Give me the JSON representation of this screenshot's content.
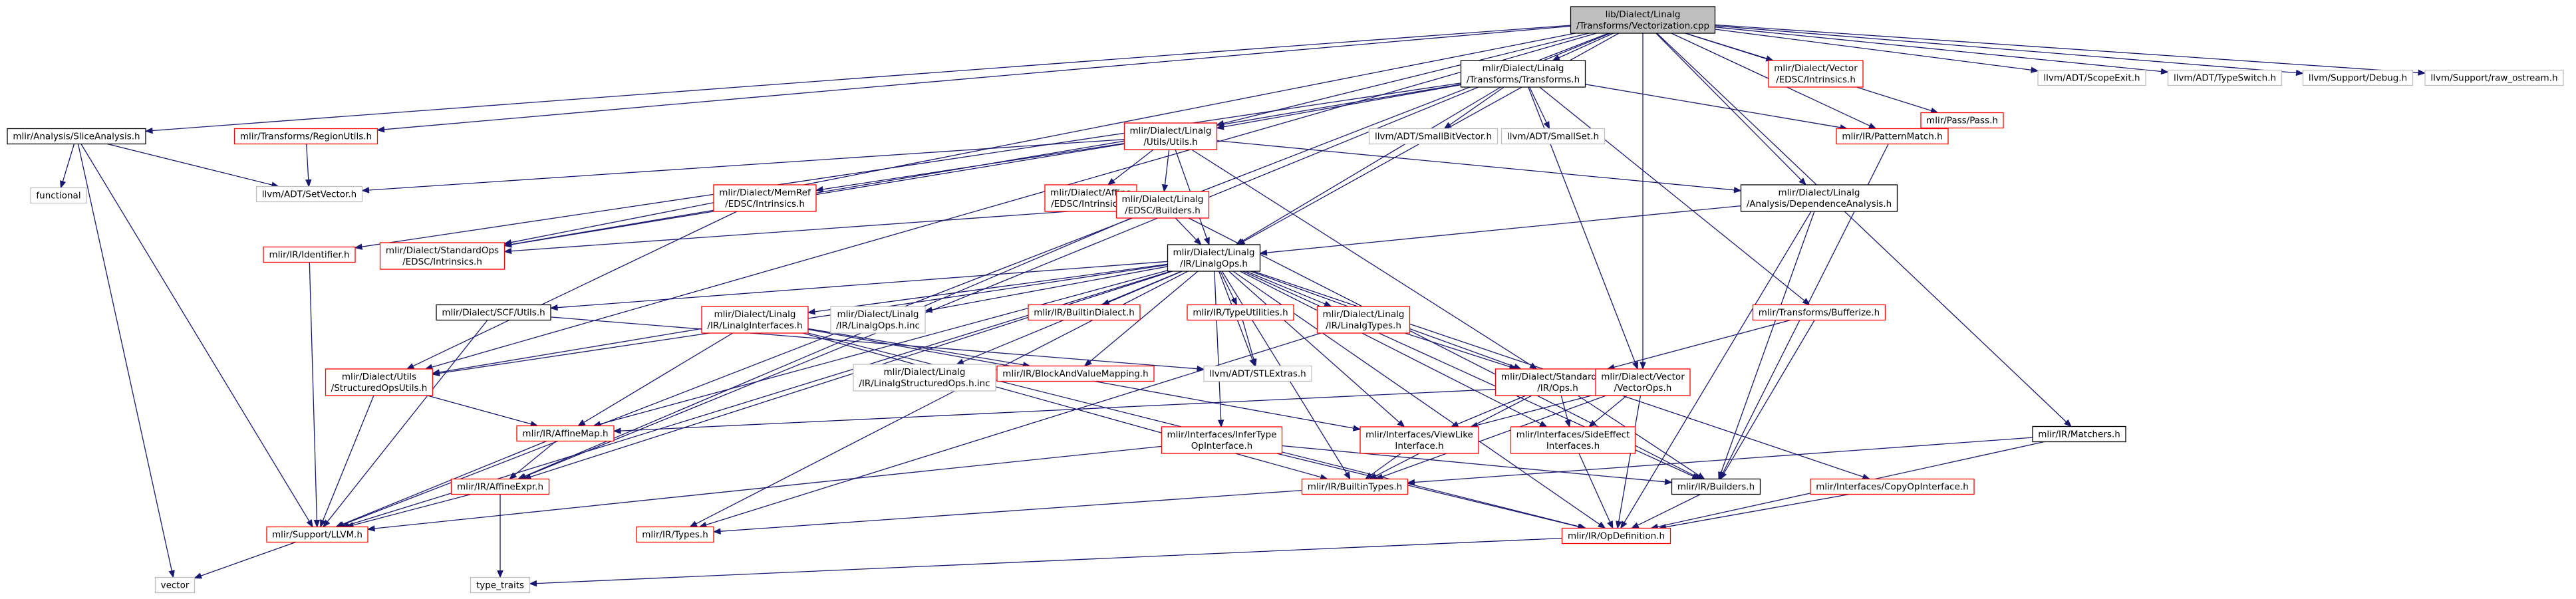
{
  "colors": {
    "edge": "#191970",
    "root_fill": "#bfbfbf",
    "black_border": "#000000",
    "red_border": "#ff0000",
    "gray_border": "#bfbfbf"
  },
  "nodes": [
    {
      "id": "root",
      "lines": [
        "lib/Dialect/Linalg",
        "/Transforms/Vectorization.cpp"
      ],
      "style": "root"
    },
    {
      "id": "slice",
      "lines": [
        "mlir/Analysis/SliceAnalysis.h"
      ],
      "style": "black"
    },
    {
      "id": "regionutils",
      "lines": [
        "mlir/Transforms/RegionUtils.h"
      ],
      "style": "red"
    },
    {
      "id": "transforms",
      "lines": [
        "mlir/Dialect/Linalg",
        "/Transforms/Transforms.h"
      ],
      "style": "black"
    },
    {
      "id": "vecedsc",
      "lines": [
        "mlir/Dialect/Vector",
        "/EDSC/Intrinsics.h"
      ],
      "style": "red"
    },
    {
      "id": "pass",
      "lines": [
        "mlir/Pass/Pass.h"
      ],
      "style": "red"
    },
    {
      "id": "scopeexit",
      "lines": [
        "llvm/ADT/ScopeExit.h"
      ],
      "style": "gray"
    },
    {
      "id": "typeswitch",
      "lines": [
        "llvm/ADT/TypeSwitch.h"
      ],
      "style": "gray"
    },
    {
      "id": "debug",
      "lines": [
        "llvm/Support/Debug.h"
      ],
      "style": "gray"
    },
    {
      "id": "rawostream",
      "lines": [
        "llvm/Support/raw_ostream.h"
      ],
      "style": "gray"
    },
    {
      "id": "functional",
      "lines": [
        "functional"
      ],
      "style": "gray"
    },
    {
      "id": "setvector",
      "lines": [
        "llvm/ADT/SetVector.h"
      ],
      "style": "gray"
    },
    {
      "id": "utils",
      "lines": [
        "mlir/Dialect/Linalg",
        "/Utils/Utils.h"
      ],
      "style": "red"
    },
    {
      "id": "smallbitvector",
      "lines": [
        "llvm/ADT/SmallBitVector.h"
      ],
      "style": "gray"
    },
    {
      "id": "smallset",
      "lines": [
        "llvm/ADT/SmallSet.h"
      ],
      "style": "gray"
    },
    {
      "id": "patternmatch",
      "lines": [
        "mlir/IR/PatternMatch.h"
      ],
      "style": "red"
    },
    {
      "id": "memrefedsc",
      "lines": [
        "mlir/Dialect/MemRef",
        "/EDSC/Intrinsics.h"
      ],
      "style": "red"
    },
    {
      "id": "affineedsc",
      "lines": [
        "mlir/Dialect/Affine",
        "/EDSC/Intrinsics.h"
      ],
      "style": "red"
    },
    {
      "id": "builders_edsc",
      "lines": [
        "mlir/Dialect/Linalg",
        "/EDSC/Builders.h"
      ],
      "style": "red"
    },
    {
      "id": "depanalysis",
      "lines": [
        "mlir/Dialect/Linalg",
        "/Analysis/DependenceAnalysis.h"
      ],
      "style": "black"
    },
    {
      "id": "identifier",
      "lines": [
        "mlir/IR/Identifier.h"
      ],
      "style": "red"
    },
    {
      "id": "stdedsc",
      "lines": [
        "mlir/Dialect/StandardOps",
        "/EDSC/Intrinsics.h"
      ],
      "style": "red"
    },
    {
      "id": "linalgops",
      "lines": [
        "mlir/Dialect/Linalg",
        "/IR/LinalgOps.h"
      ],
      "style": "black"
    },
    {
      "id": "scfutils",
      "lines": [
        "mlir/Dialect/SCF/Utils.h"
      ],
      "style": "black"
    },
    {
      "id": "linalginterfaces",
      "lines": [
        "mlir/Dialect/Linalg",
        "/IR/LinalgInterfaces.h"
      ],
      "style": "red"
    },
    {
      "id": "linalgopsinc",
      "lines": [
        "mlir/Dialect/Linalg",
        "/IR/LinalgOps.h.inc"
      ],
      "style": "gray"
    },
    {
      "id": "builtindialect",
      "lines": [
        "mlir/IR/BuiltinDialect.h"
      ],
      "style": "red"
    },
    {
      "id": "typeutilities",
      "lines": [
        "mlir/IR/TypeUtilities.h"
      ],
      "style": "red"
    },
    {
      "id": "linalgtypes",
      "lines": [
        "mlir/Dialect/Linalg",
        "/IR/LinalgTypes.h"
      ],
      "style": "red"
    },
    {
      "id": "bufferize",
      "lines": [
        "mlir/Transforms/Bufferize.h"
      ],
      "style": "red"
    },
    {
      "id": "structuredopsutils",
      "lines": [
        "mlir/Dialect/Utils",
        "/StructuredOpsUtils.h"
      ],
      "style": "red"
    },
    {
      "id": "structuredopsinc",
      "lines": [
        "mlir/Dialect/Linalg",
        "/IR/LinalgStructuredOps.h.inc"
      ],
      "style": "gray"
    },
    {
      "id": "blockmapping",
      "lines": [
        "mlir/IR/BlockAndValueMapping.h"
      ],
      "style": "red"
    },
    {
      "id": "stlextras",
      "lines": [
        "llvm/ADT/STLExtras.h"
      ],
      "style": "gray"
    },
    {
      "id": "stdops",
      "lines": [
        "mlir/Dialect/StandardOps",
        "/IR/Ops.h"
      ],
      "style": "red"
    },
    {
      "id": "vectorops",
      "lines": [
        "mlir/Dialect/Vector",
        "/VectorOps.h"
      ],
      "style": "red"
    },
    {
      "id": "matchers",
      "lines": [
        "mlir/IR/Matchers.h"
      ],
      "style": "black"
    },
    {
      "id": "affinemap",
      "lines": [
        "mlir/IR/AffineMap.h"
      ],
      "style": "red"
    },
    {
      "id": "infertype",
      "lines": [
        "mlir/Interfaces/InferType",
        "OpInterface.h"
      ],
      "style": "red"
    },
    {
      "id": "viewlike",
      "lines": [
        "mlir/Interfaces/ViewLike",
        "Interface.h"
      ],
      "style": "red"
    },
    {
      "id": "sideeffect",
      "lines": [
        "mlir/Interfaces/SideEffect",
        "Interfaces.h"
      ],
      "style": "red"
    },
    {
      "id": "affineexpr",
      "lines": [
        "mlir/IR/AffineExpr.h"
      ],
      "style": "red"
    },
    {
      "id": "builtintypes",
      "lines": [
        "mlir/IR/BuiltinTypes.h"
      ],
      "style": "red"
    },
    {
      "id": "irbuilders",
      "lines": [
        "mlir/IR/Builders.h"
      ],
      "style": "black"
    },
    {
      "id": "copyop",
      "lines": [
        "mlir/Interfaces/CopyOpInterface.h"
      ],
      "style": "red"
    },
    {
      "id": "llvmsupport",
      "lines": [
        "mlir/Support/LLVM.h"
      ],
      "style": "red"
    },
    {
      "id": "irtypes",
      "lines": [
        "mlir/IR/Types.h"
      ],
      "style": "red"
    },
    {
      "id": "opdefinition",
      "lines": [
        "mlir/IR/OpDefinition.h"
      ],
      "style": "red"
    },
    {
      "id": "vector",
      "lines": [
        "vector"
      ],
      "style": "gray"
    },
    {
      "id": "typetraits",
      "lines": [
        "type_traits"
      ],
      "style": "gray"
    }
  ],
  "edges": [
    [
      "root",
      "slice"
    ],
    [
      "root",
      "regionutils"
    ],
    [
      "root",
      "transforms"
    ],
    [
      "root",
      "vecedsc"
    ],
    [
      "root",
      "pass"
    ],
    [
      "root",
      "scopeexit"
    ],
    [
      "root",
      "typeswitch"
    ],
    [
      "root",
      "debug"
    ],
    [
      "root",
      "rawostream"
    ],
    [
      "root",
      "utils"
    ],
    [
      "root",
      "patternmatch"
    ],
    [
      "root",
      "linalgops"
    ],
    [
      "root",
      "stdedsc"
    ],
    [
      "root",
      "depanalysis"
    ],
    [
      "root",
      "vectorops"
    ],
    [
      "root",
      "matchers"
    ],
    [
      "root",
      "llvmsupport"
    ],
    [
      "root",
      "affineexpr"
    ],
    [
      "root",
      "structuredopsutils"
    ],
    [
      "slice",
      "functional"
    ],
    [
      "slice",
      "setvector"
    ],
    [
      "slice",
      "llvmsupport"
    ],
    [
      "slice",
      "vector"
    ],
    [
      "regionutils",
      "setvector"
    ],
    [
      "transforms",
      "utils"
    ],
    [
      "transforms",
      "smallbitvector"
    ],
    [
      "transforms",
      "smallset"
    ],
    [
      "transforms",
      "patternmatch"
    ],
    [
      "transforms",
      "bufferize"
    ],
    [
      "transforms",
      "vectorops"
    ],
    [
      "transforms",
      "linalgops"
    ],
    [
      "transforms",
      "stdedsc"
    ],
    [
      "transforms",
      "identifier"
    ],
    [
      "utils",
      "setvector"
    ],
    [
      "utils",
      "memrefedsc"
    ],
    [
      "utils",
      "affineedsc"
    ],
    [
      "utils",
      "builders_edsc"
    ],
    [
      "utils",
      "depanalysis"
    ],
    [
      "utils",
      "linalgops"
    ],
    [
      "utils",
      "stdops"
    ],
    [
      "utils",
      "stdedsc"
    ],
    [
      "builders_edsc",
      "linalgops"
    ],
    [
      "builders_edsc",
      "stdedsc"
    ],
    [
      "builders_edsc",
      "irbuilders"
    ],
    [
      "builders_edsc",
      "affineexpr"
    ],
    [
      "memrefedsc",
      "structuredopsutils"
    ],
    [
      "depanalysis",
      "linalgops"
    ],
    [
      "depanalysis",
      "irbuilders"
    ],
    [
      "depanalysis",
      "opdefinition"
    ],
    [
      "patternmatch",
      "irbuilders"
    ],
    [
      "identifier",
      "llvmsupport"
    ],
    [
      "linalgops",
      "scfutils"
    ],
    [
      "linalgops",
      "linalginterfaces"
    ],
    [
      "linalgops",
      "linalgopsinc"
    ],
    [
      "linalgops",
      "builtindialect"
    ],
    [
      "linalgops",
      "typeutilities"
    ],
    [
      "linalgops",
      "linalgtypes"
    ],
    [
      "linalgops",
      "structuredopsinc"
    ],
    [
      "linalgops",
      "blockmapping"
    ],
    [
      "linalgops",
      "stlextras"
    ],
    [
      "linalgops",
      "stdops"
    ],
    [
      "linalgops",
      "affinemap"
    ],
    [
      "linalgops",
      "infertype"
    ],
    [
      "linalgops",
      "viewlike"
    ],
    [
      "linalgops",
      "sideeffect"
    ],
    [
      "linalgops",
      "irbuilders"
    ],
    [
      "linalgops",
      "copyop"
    ],
    [
      "linalgops",
      "structuredopsutils"
    ],
    [
      "linalgops",
      "llvmsupport"
    ],
    [
      "linalgops",
      "irtypes"
    ],
    [
      "linalgops",
      "opdefinition"
    ],
    [
      "linalgops",
      "builtintypes"
    ],
    [
      "linalgops",
      "affineexpr"
    ],
    [
      "scfutils",
      "stlextras"
    ],
    [
      "scfutils",
      "llvmsupport"
    ],
    [
      "linalginterfaces",
      "structuredopsutils"
    ],
    [
      "linalginterfaces",
      "blockmapping"
    ],
    [
      "linalginterfaces",
      "affinemap"
    ],
    [
      "linalginterfaces",
      "viewlike"
    ],
    [
      "linalginterfaces",
      "builtintypes"
    ],
    [
      "linalginterfaces",
      "opdefinition"
    ],
    [
      "typeutilities",
      "stlextras"
    ],
    [
      "linalgtypes",
      "stdops"
    ],
    [
      "linalgtypes",
      "irtypes"
    ],
    [
      "bufferize",
      "stdops"
    ],
    [
      "bufferize",
      "irbuilders"
    ],
    [
      "structuredopsutils",
      "affinemap"
    ],
    [
      "structuredopsutils",
      "llvmsupport"
    ],
    [
      "stdops",
      "viewlike"
    ],
    [
      "stdops",
      "sideeffect"
    ],
    [
      "stdops",
      "irbuilders"
    ],
    [
      "stdops",
      "builtintypes"
    ],
    [
      "vectorops",
      "affinemap"
    ],
    [
      "vectorops",
      "viewlike"
    ],
    [
      "vectorops",
      "sideeffect"
    ],
    [
      "vectorops",
      "builtintypes"
    ],
    [
      "vectorops",
      "opdefinition"
    ],
    [
      "matchers",
      "builtintypes"
    ],
    [
      "matchers",
      "opdefinition"
    ],
    [
      "affinemap",
      "affineexpr"
    ],
    [
      "affinemap",
      "llvmsupport"
    ],
    [
      "infertype",
      "irbuilders"
    ],
    [
      "infertype",
      "llvmsupport"
    ],
    [
      "infertype",
      "opdefinition"
    ],
    [
      "viewlike",
      "builtintypes"
    ],
    [
      "sideeffect",
      "opdefinition"
    ],
    [
      "affineexpr",
      "llvmsupport"
    ],
    [
      "affineexpr",
      "typetraits"
    ],
    [
      "builtintypes",
      "irtypes"
    ],
    [
      "irbuilders",
      "opdefinition"
    ],
    [
      "copyop",
      "opdefinition"
    ],
    [
      "llvmsupport",
      "vector"
    ],
    [
      "opdefinition",
      "typetraits"
    ]
  ]
}
